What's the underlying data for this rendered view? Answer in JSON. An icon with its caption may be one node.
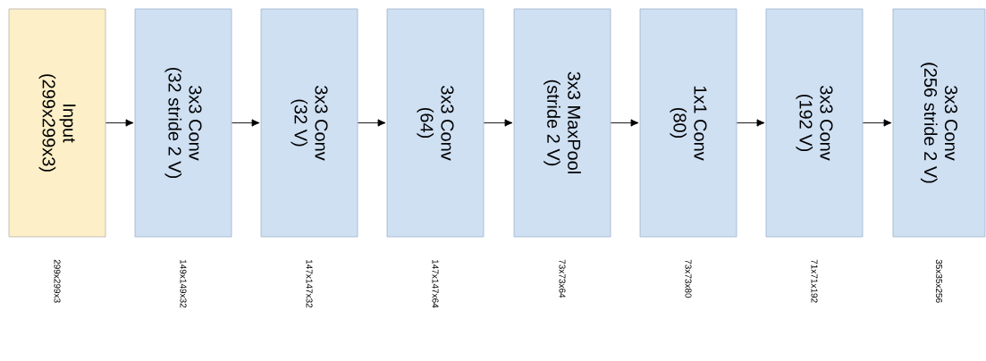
{
  "diagram": {
    "nodes": [
      {
        "text": [
          "Input",
          "(299x299x3)"
        ],
        "beside": [
          "299x299x3"
        ]
      },
      {
        "text": [
          "3x3 Conv",
          "(32 stride 2 V)"
        ],
        "beside": [
          "149x149x32"
        ]
      },
      {
        "text": [
          "3x3 Conv",
          "(32 V)"
        ],
        "beside": [
          "147x147x32"
        ]
      },
      {
        "text": [
          "3x3 Conv",
          "(64)"
        ],
        "beside": [
          "147x147x64"
        ]
      },
      {
        "text": [
          "3x3 MaxPool",
          "(stride 2 V)"
        ],
        "beside": [
          "73x73x64"
        ]
      },
      {
        "text": [
          "1x1 Conv",
          "(80)"
        ],
        "beside": [
          "73x73x80"
        ]
      },
      {
        "text": [
          "3x3 Conv",
          "(192 V)"
        ],
        "beside": [
          "71x71x192"
        ]
      },
      {
        "text": [
          "3x3 Conv",
          "(256 stride 2 V)"
        ],
        "beside": [
          "35x35x256"
        ]
      }
    ],
    "edges": [
      {
        "from": 0,
        "to": 1,
        "arrow": "to"
      },
      {
        "from": 1,
        "to": 2,
        "arrow": "to"
      },
      {
        "from": 2,
        "to": 3,
        "arrow": "to"
      },
      {
        "from": 3,
        "to": 4,
        "arrow": "to"
      },
      {
        "from": 4,
        "to": 5,
        "arrow": "to"
      },
      {
        "from": 5,
        "to": 6,
        "arrow": "to"
      },
      {
        "from": 6,
        "to": 7,
        "arrow": "to"
      }
    ]
  }
}
